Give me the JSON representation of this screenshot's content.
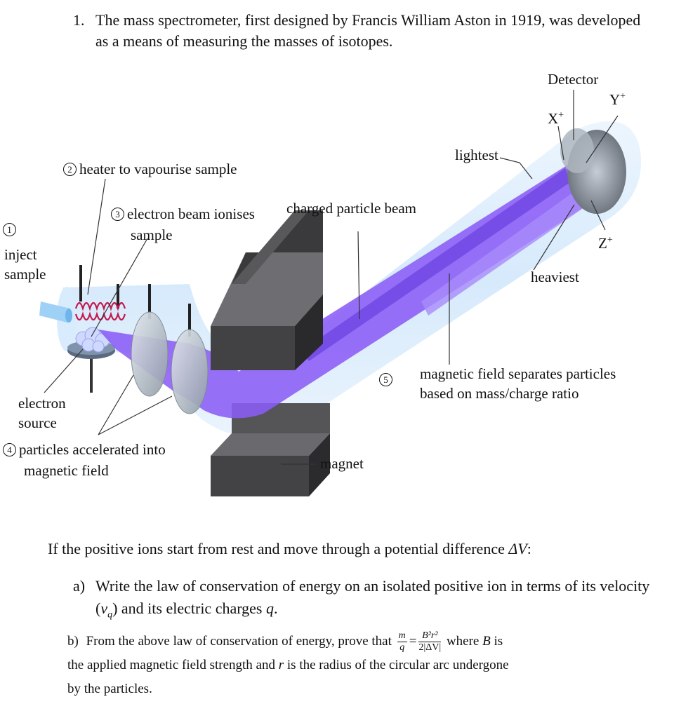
{
  "question1": {
    "number": "1.",
    "text": "The mass spectrometer, first designed by Francis William Aston in 1919, was developed as a means of measuring the masses of isotopes."
  },
  "diagram": {
    "labels": {
      "detector": "Detector",
      "x_ion": "X",
      "y_ion": "Y",
      "z_ion": "Z",
      "plus": "+",
      "lightest": "lightest",
      "heaviest": "heaviest",
      "charged_beam": "charged particle beam",
      "step1_num": "1",
      "step1_text_line1": "inject",
      "step1_text_line2": "sample",
      "step2_num": "2",
      "step2_text": "heater to vapourise sample",
      "step3_num": "3",
      "step3_text_line1": "electron beam ionises",
      "step3_text_line2": "sample",
      "step4_num": "4",
      "step4_text_line1": "particles accelerated into",
      "step4_text_line2": "magnetic field",
      "step5_num": "5",
      "step5_text_line1": "magnetic field separates particles",
      "step5_text_line2": "based on mass/charge ratio",
      "electron_source_line1": "electron",
      "electron_source_line2": "source",
      "magnet": "magnet"
    },
    "colors": {
      "beam": "#8b5cf6",
      "tube": "#cfe6fb",
      "magnet": "#3d3d3f",
      "heater_coil": "#c4184f"
    }
  },
  "intro": {
    "text_before": "If the positive ions start from rest and move through a potential difference ",
    "symbol": "ΔV",
    "text_after": ":"
  },
  "part_a": {
    "label": "a)",
    "text_1": "Write the law of conservation of energy on an isolated positive ion in terms of its velocity (",
    "var_v": "v",
    "var_sub": "q",
    "text_2": ") and its electric charges ",
    "var_q": "q",
    "text_3": "."
  },
  "part_b": {
    "label": "b)",
    "text_1": "From the above law of conservation of energy, prove that",
    "lhs_num": "m",
    "lhs_den": "q",
    "equals": "=",
    "rhs_num": "B²r²",
    "rhs_den": "2|ΔV|",
    "text_2": "where",
    "var_B": "B",
    "text_3": "is the applied magnetic field strength and",
    "var_r": "r",
    "text_4": "is the radius of the circular arc undergone by the particles."
  }
}
